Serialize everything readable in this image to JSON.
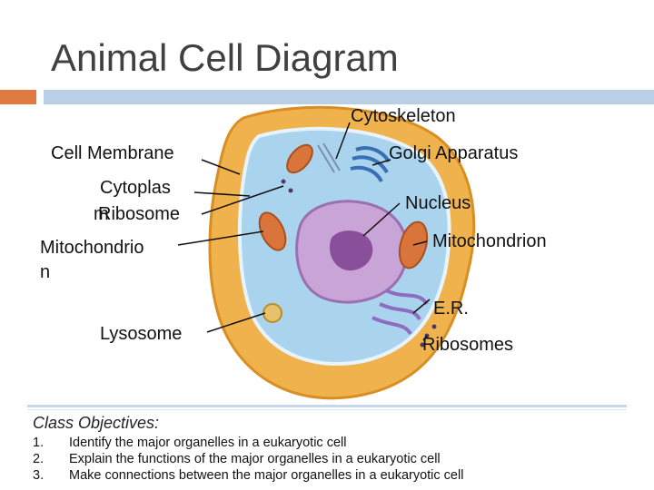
{
  "title": "Animal Cell Diagram",
  "labels": {
    "cytoskeleton": "Cytoskeleton",
    "cell_membrane": "Cell Membrane",
    "golgi": "Golgi Apparatus",
    "cytoplasm": "Cytoplas",
    "cytoplasm_m": "m",
    "ribosome": "Ribosome",
    "nucleus": "Nucleus",
    "mitochondrion_left_1": "Mitochondrio",
    "mitochondrion_left_2": "n",
    "mitochondrion_right": "Mitochondrion",
    "er": "E.R.",
    "lysosome": "Lysosome",
    "ribosomes": "Ribosomes"
  },
  "objectives": {
    "heading": "Class Objectives:",
    "items": [
      {
        "num": "1.",
        "text": "Identify the major organelles in a eukaryotic cell"
      },
      {
        "num": "2.",
        "text": "Explain the functions of the major organelles in a eukaryotic cell"
      },
      {
        "num": "3.",
        "text": "Make connections between the major organelles in a eukaryotic cell"
      }
    ]
  },
  "colors": {
    "accent": "#e07a40",
    "rule": "#b9cfe6",
    "membrane": "#f0b24c",
    "cytoplasm": "#aad4ee",
    "nucleus": "#c9a4d6",
    "nucleolus": "#8a4f9a"
  }
}
